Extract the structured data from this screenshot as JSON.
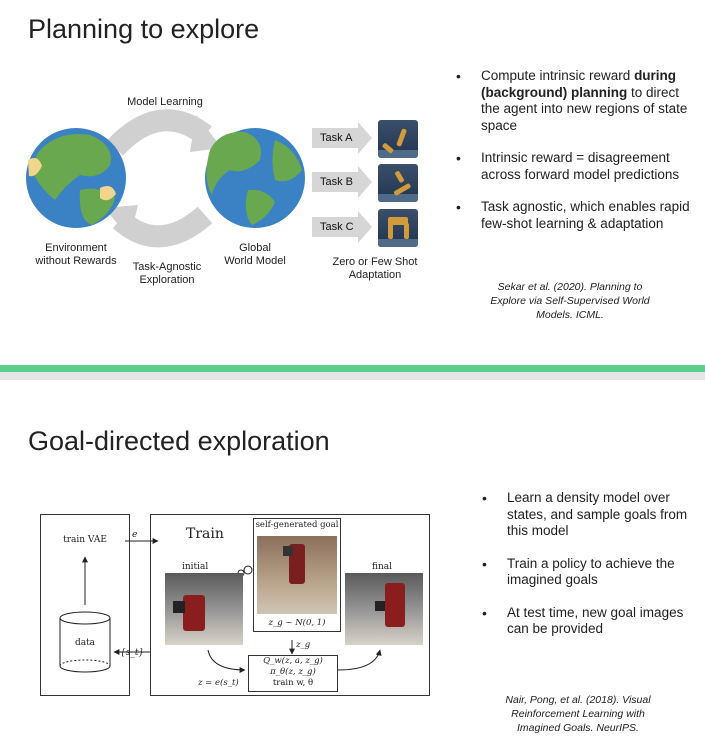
{
  "slide1": {
    "title": "Planning to explore",
    "diagram": {
      "model_learning": "Model Learning",
      "environment_label": "Environment\nwithout Rewards",
      "exploration_label": "Task-Agnostic\nExploration",
      "world_model_label": "Global\nWorld Model",
      "tasks": [
        "Task A",
        "Task B",
        "Task C"
      ],
      "adaptation_label": "Zero or Few Shot\nAdaptation"
    },
    "bullets": [
      {
        "pre": "Compute intrinsic reward ",
        "bold": "during (background) planning",
        "post": " to direct the agent into new regions of state space"
      },
      {
        "pre": "Intrinsic reward = disagreement across forward model predictions",
        "bold": "",
        "post": ""
      },
      {
        "pre": "Task agnostic, which enables rapid few-shot learning & adaptation",
        "bold": "",
        "post": ""
      }
    ],
    "citation": "Sekar et al. (2020). Planning to\nExplore via Self-Supervised World\nModels. ICML."
  },
  "slide2": {
    "title": "Goal-directed exploration",
    "diagram": {
      "train_vae": "train VAE",
      "e_label": "e",
      "data_label": "data",
      "st_label": "{s_t}",
      "train_label": "Train",
      "self_generated_goal": "self-generated goal",
      "initial": "initial",
      "final": "final",
      "zg_sample": "z_g ~ N(0, 1)",
      "zg": "z_g",
      "z_equals": "z = e(s_t)",
      "q_line": "Q_w(z, a, z_g)",
      "pi_line": "π_θ(z, z_g)",
      "train_w": "train w, θ"
    },
    "bullets": [
      "Learn a density model over states, and sample goals from this model",
      "Train a policy to achieve the imagined goals",
      "At test time, new goal images can be provided"
    ],
    "citation": "Nair, Pong, et al. (2018). Visual\nReinforcement Learning with\nImagined Goals. NeurIPS."
  },
  "colors": {
    "divider_green": "#5ccf8f",
    "divider_gray": "#e6e6e6",
    "ocean": "#3b82c4",
    "land": "#6aa84f",
    "sand": "#f1d58a",
    "arrow_gray": "#d0d0d0",
    "task_gray": "#d6d6d6"
  }
}
